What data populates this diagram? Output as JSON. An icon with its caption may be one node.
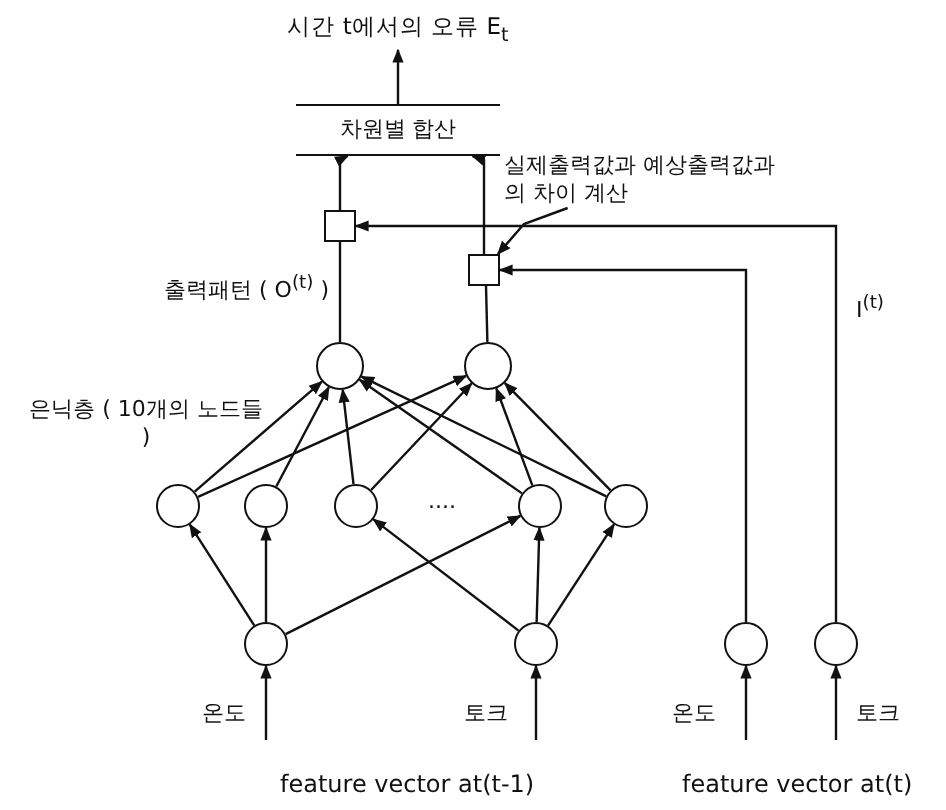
{
  "diagram": {
    "nodes": [
      {
        "text": [
          "시간 t에서의 오류 E$_{t}$"
        ]
      },
      {
        "text": [
          "차원별 합산"
        ]
      },
      {
        "text": [
          "실제출력값과 예상출력값과의 차이 계산"
        ]
      },
      {
        "text": [],
        "shape": "box"
      },
      {
        "text": [],
        "shape": "box"
      },
      {
        "text": [],
        "shape": "circle"
      },
      {
        "text": [],
        "shape": "circle"
      },
      {
        "text": [],
        "shape": "circle"
      },
      {
        "text": [],
        "shape": "circle"
      },
      {
        "text": [],
        "shape": "circle"
      },
      {
        "text": [],
        "shape": "circle"
      },
      {
        "text": [],
        "shape": "circle"
      },
      {
        "text": [],
        "shape": "circle"
      },
      {
        "text": [],
        "shape": "circle"
      },
      {
        "text": [],
        "shape": "circle"
      },
      {
        "text": [],
        "shape": "circle"
      }
    ],
    "edges": [
      {
        "from": 1,
        "to": 0,
        "arrow": "to"
      },
      {
        "from": 3,
        "to": 1,
        "arrow": "to"
      },
      {
        "from": 4,
        "to": 1,
        "arrow": "to"
      },
      {
        "from": 2,
        "to": 4,
        "arrow": "to"
      },
      {
        "from": 15,
        "to": 3,
        "arrow": "to"
      },
      {
        "from": 14,
        "to": 4,
        "arrow": "to"
      },
      {
        "from": 5,
        "to": 3,
        "arrow": "none"
      },
      {
        "from": 6,
        "to": 4,
        "arrow": "none"
      },
      {
        "from": 7,
        "to": 5,
        "arrow": "to"
      },
      {
        "from": 7,
        "to": 6,
        "arrow": "to"
      },
      {
        "from": 8,
        "to": 5,
        "arrow": "to"
      },
      {
        "from": 9,
        "to": 5,
        "arrow": "to"
      },
      {
        "from": 9,
        "to": 6,
        "arrow": "to"
      },
      {
        "from": 10,
        "to": 5,
        "arrow": "to"
      },
      {
        "from": 10,
        "to": 6,
        "arrow": "to"
      },
      {
        "from": 11,
        "to": 5,
        "arrow": "to"
      },
      {
        "from": 11,
        "to": 6,
        "arrow": "to"
      },
      {
        "from": 12,
        "to": 7,
        "arrow": "to"
      },
      {
        "from": 12,
        "to": 8,
        "arrow": "to"
      },
      {
        "from": 12,
        "to": 10,
        "arrow": "to"
      },
      {
        "from": 13,
        "to": 9,
        "arrow": "to"
      },
      {
        "from": 13,
        "to": 10,
        "arrow": "to"
      },
      {
        "from": 13,
        "to": 11,
        "arrow": "to"
      },
      {
        "from": null,
        "to": 12,
        "arrow": "to"
      },
      {
        "from": null,
        "to": 13,
        "arrow": "to"
      },
      {
        "from": null,
        "to": 14,
        "arrow": "to"
      },
      {
        "from": null,
        "to": 15,
        "arrow": "to"
      }
    ],
    "labels": [
      "출력패턴 ( O$^{(t)}$ )",
      "I$^{(t)}$",
      "은닉층 ( 10개의 노드들 )",
      "....",
      "온도",
      "토크",
      "온도",
      "토크",
      "feature vector at(t-1)",
      "feature vector at(t)"
    ]
  }
}
